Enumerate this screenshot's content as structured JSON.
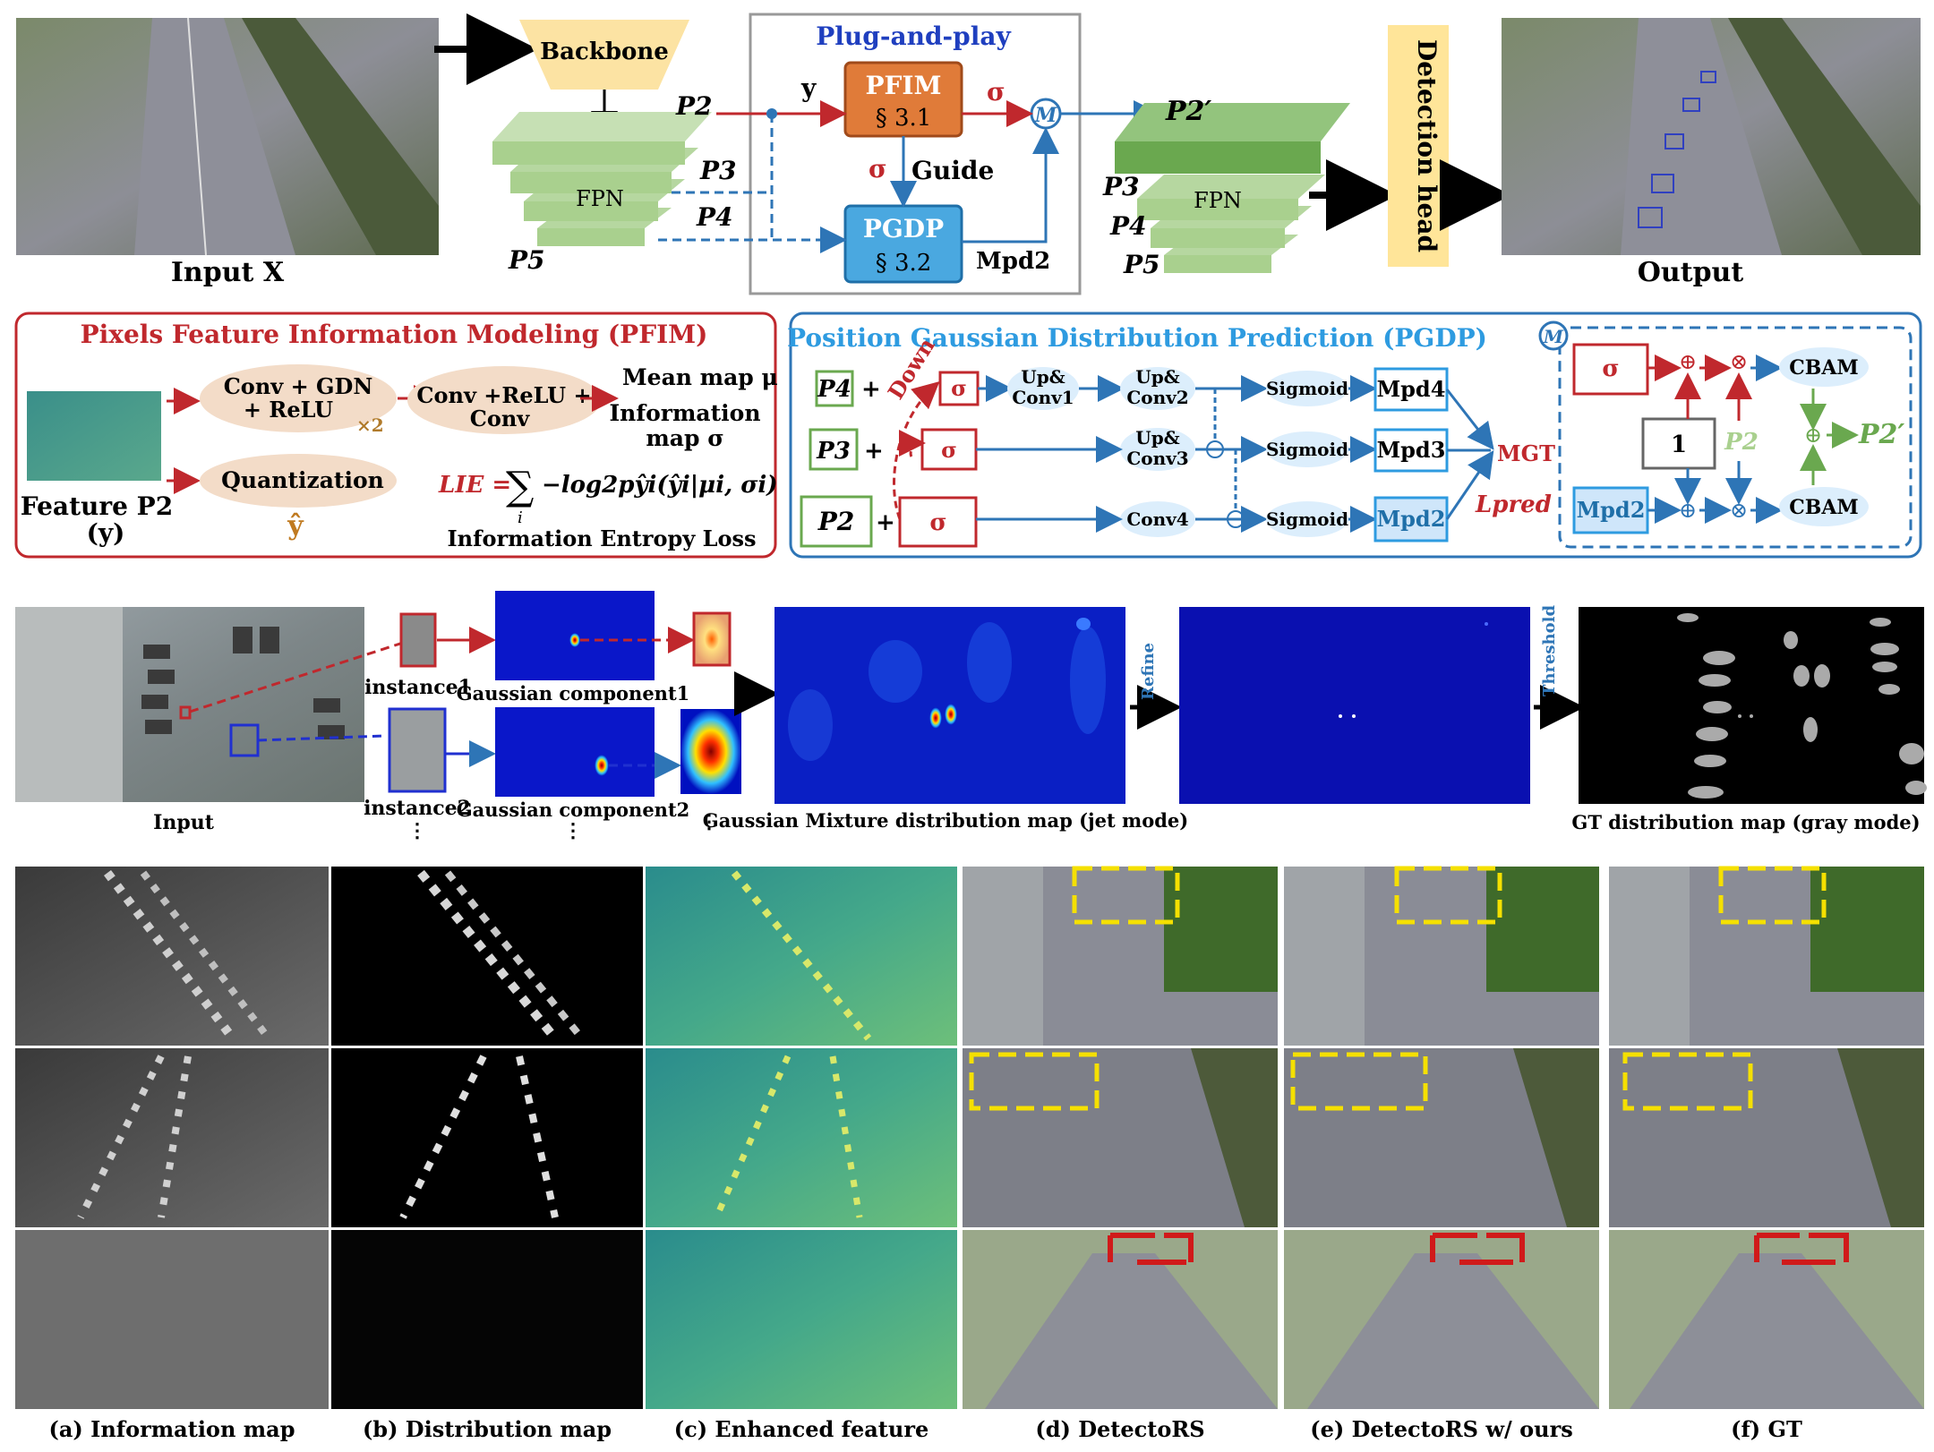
{
  "top": {
    "input_label": "Input X",
    "backbone": "Backbone",
    "fpn": "FPN",
    "p2": "P2",
    "p3": "P3",
    "p4": "P4",
    "p5": "P5",
    "p2_prime": "P2′",
    "y": "y",
    "sigma": "σ",
    "plug_title": "Plug-and-play",
    "pfim": "PFIM",
    "pfim_sec": "§ 3.1",
    "pgdp": "PGDP",
    "pgdp_sec": "§ 3.2",
    "guide": "Guide",
    "m": "M",
    "mpd2": "Mpd2",
    "detection_head": "Detection head",
    "output_label": "Output"
  },
  "pfim_box": {
    "title": "Pixels Feature Information Modeling (PFIM)",
    "conv1": "Conv + GDN",
    "conv1b": "+ ReLU",
    "x2": "×2",
    "conv2": "Conv +ReLU +",
    "conv2b": "Conv",
    "quant": "Quantization",
    "yhat": "ŷ",
    "mean": "Mean map μ",
    "info1": "Information",
    "info2": "map σ",
    "feat1": "Feature P2",
    "feat2": "(y)",
    "loss_lhs": "LIE =",
    "loss_sum": "∑",
    "loss_sub": "i",
    "loss_rhs": "−log2pŷi(ŷi|μi, σi)",
    "loss_name": "Information Entropy Loss"
  },
  "pgdp_box": {
    "title": "Position Gaussian Distribution Prediction (PGDP)",
    "p4": "P4",
    "p3": "P3",
    "p2": "P2",
    "plus": "+",
    "sigma": "σ",
    "down": "Down",
    "up1a": "Up&",
    "up1b": "Conv1",
    "up2a": "Up&",
    "up2b": "Conv2",
    "up3a": "Up&",
    "up3b": "Conv3",
    "conv4": "Conv4",
    "sigmoid": "Sigmoid",
    "mpd4": "Mpd4",
    "mpd3": "Mpd3",
    "mpd2": "Mpd2",
    "mgt": "MGT",
    "lpred": "Lpred",
    "m": "M",
    "one": "1",
    "p2_prime": "P2′",
    "cbam": "CBAM",
    "oplus": "⊕",
    "otimes": "⊗"
  },
  "gauss_row": {
    "input": "Input",
    "instance1": "instance1",
    "instance2": "instance2",
    "gc1": "Gaussian component1",
    "gc2": "Gaussian component2",
    "vdots": "⋮",
    "gmm": "Gaussian Mixture distribution map (jet mode)",
    "refine": "Refine",
    "threshold": "Threshold",
    "gt": "GT distribution map (gray mode)"
  },
  "bottom": {
    "captions": [
      "(a) Information map",
      "(b) Distribution map",
      "(c) Enhanced feature",
      "(d) DetectoRS",
      "(e) DetectoRS w/ ours",
      "(f) GT"
    ]
  },
  "colors": {
    "green_light": "#a9d08e",
    "green_dark": "#6aa84f",
    "orange": "#e07b39",
    "blue": "#4aa8e0",
    "red": "#c0282d",
    "navy": "#2e75b6",
    "beige": "#f3dcc8",
    "yellow": "#ffe599"
  }
}
